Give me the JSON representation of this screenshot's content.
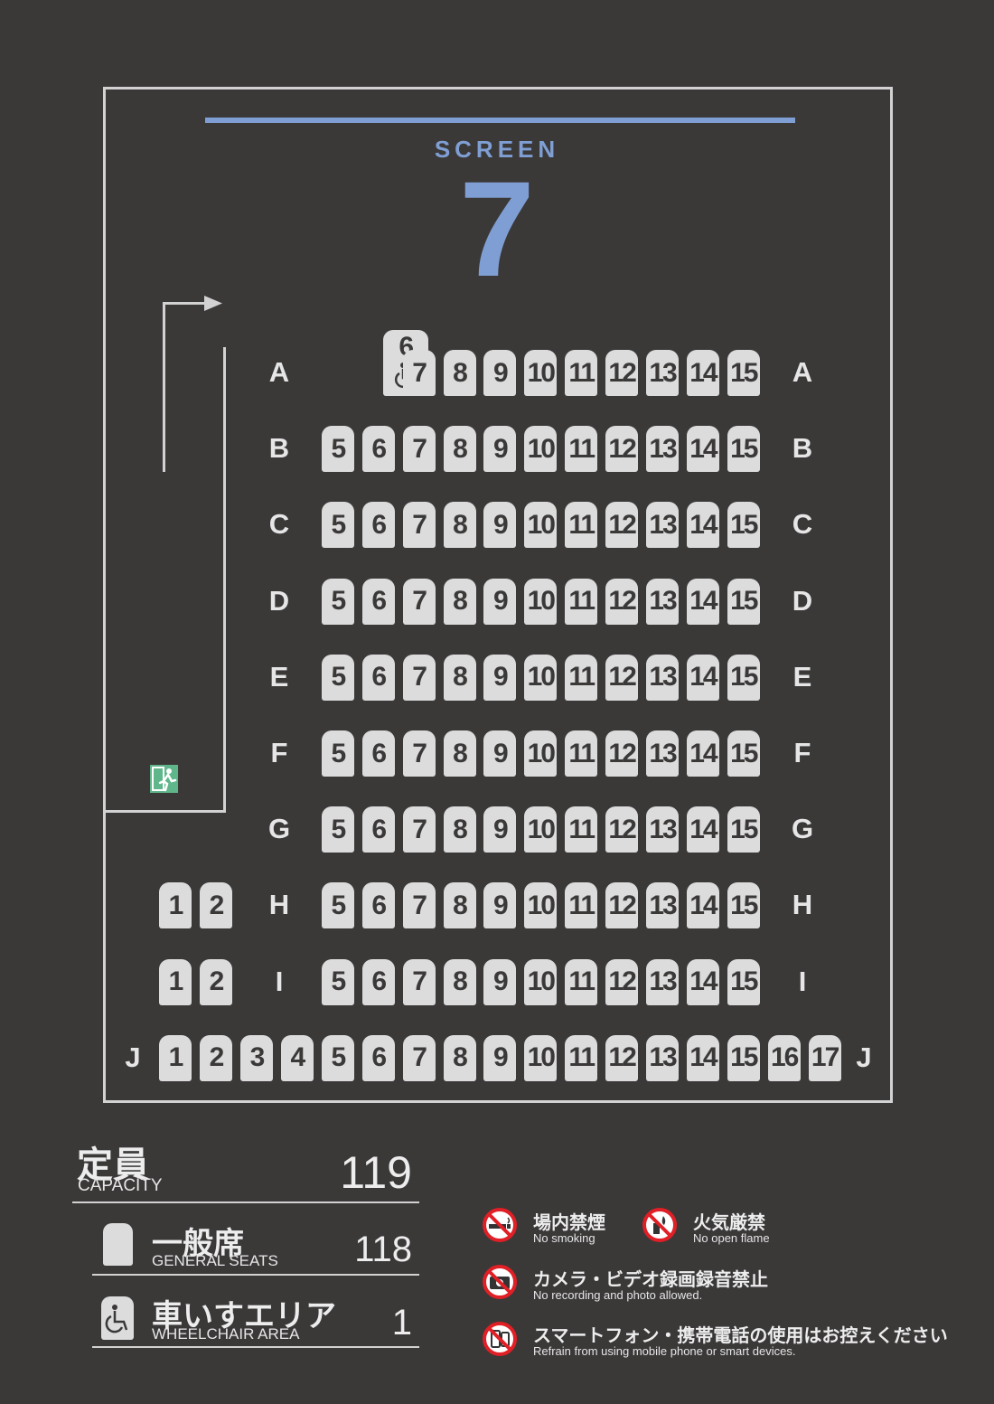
{
  "screen": {
    "label": "SCREEN",
    "number": "7"
  },
  "rows": [
    {
      "label": "A",
      "seats": [
        "6",
        "7",
        "8",
        "9",
        "10",
        "11",
        "12",
        "13",
        "14",
        "15"
      ],
      "wheelchair_seat": "6"
    },
    {
      "label": "B",
      "seats": [
        "5",
        "6",
        "7",
        "8",
        "9",
        "10",
        "11",
        "12",
        "13",
        "14",
        "15"
      ]
    },
    {
      "label": "C",
      "seats": [
        "5",
        "6",
        "7",
        "8",
        "9",
        "10",
        "11",
        "12",
        "13",
        "14",
        "15"
      ]
    },
    {
      "label": "D",
      "seats": [
        "5",
        "6",
        "7",
        "8",
        "9",
        "10",
        "11",
        "12",
        "13",
        "14",
        "15"
      ]
    },
    {
      "label": "E",
      "seats": [
        "5",
        "6",
        "7",
        "8",
        "9",
        "10",
        "11",
        "12",
        "13",
        "14",
        "15"
      ]
    },
    {
      "label": "F",
      "seats": [
        "5",
        "6",
        "7",
        "8",
        "9",
        "10",
        "11",
        "12",
        "13",
        "14",
        "15"
      ]
    },
    {
      "label": "G",
      "seats": [
        "5",
        "6",
        "7",
        "8",
        "9",
        "10",
        "11",
        "12",
        "13",
        "14",
        "15"
      ]
    },
    {
      "label": "H",
      "seats": [
        "1",
        "2",
        "5",
        "6",
        "7",
        "8",
        "9",
        "10",
        "11",
        "12",
        "13",
        "14",
        "15"
      ]
    },
    {
      "label": "I",
      "seats": [
        "1",
        "2",
        "5",
        "6",
        "7",
        "8",
        "9",
        "10",
        "11",
        "12",
        "13",
        "14",
        "15"
      ]
    },
    {
      "label": "J",
      "seats": [
        "1",
        "2",
        "3",
        "4",
        "5",
        "6",
        "7",
        "8",
        "9",
        "10",
        "11",
        "12",
        "13",
        "14",
        "15",
        "16",
        "17"
      ]
    }
  ],
  "legend": {
    "capacity": {
      "label_jp": "定員",
      "label_en": "CAPACITY",
      "value": "119"
    },
    "general": {
      "label_jp": "一般席",
      "label_en": "GENERAL SEATS",
      "value": "118"
    },
    "wheelchair": {
      "label_jp": "車いすエリア",
      "label_en": "WHEELCHAIR AREA",
      "value": "1"
    }
  },
  "rules": [
    {
      "icon": "no-smoking-icon",
      "label_jp": "場内禁煙",
      "label_en": "No smoking"
    },
    {
      "icon": "no-open-flame-icon",
      "label_jp": "火気厳禁",
      "label_en": "No open flame"
    },
    {
      "icon": "no-camera-icon",
      "label_jp": "カメラ・ビデオ録画録音禁止",
      "label_en": "No recording and photo allowed."
    },
    {
      "icon": "no-phone-icon",
      "label_jp": "スマートフォン・携帯電話の使用はお控えください",
      "label_en": "Refrain from using mobile phone or smart devices."
    }
  ],
  "colors": {
    "background": "#3b3838",
    "accent": "#7f9fd4",
    "seat": "#dcdcdc",
    "exit": "#5fb68a",
    "prohibition": "#e01f26"
  }
}
